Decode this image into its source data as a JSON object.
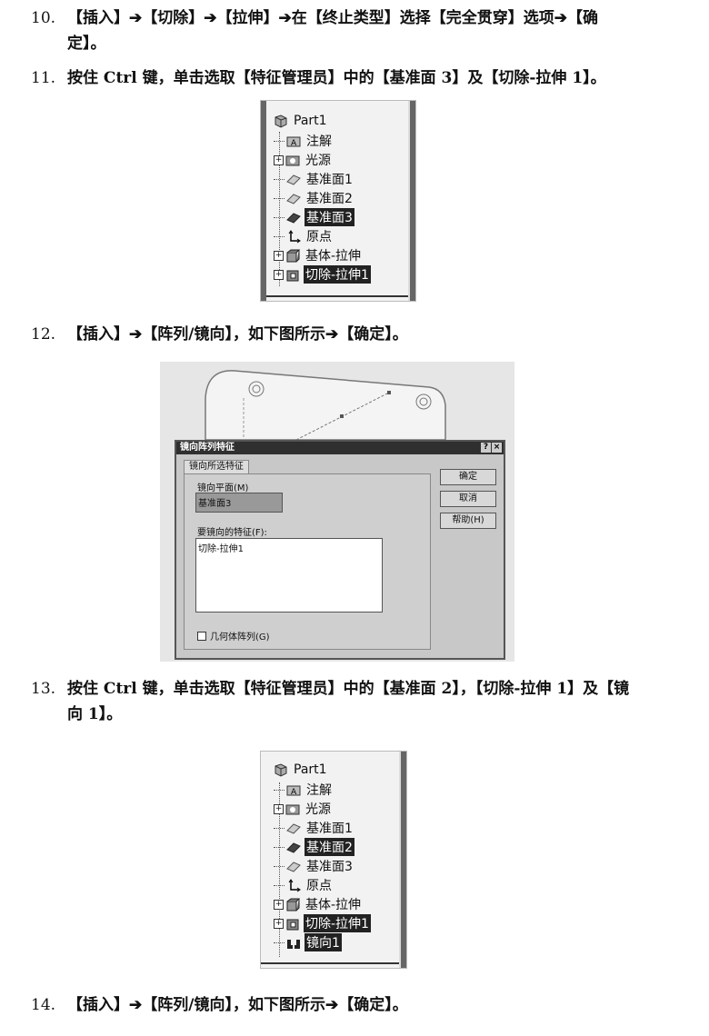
{
  "steps": [
    {
      "num": "10.",
      "line1": "【插入】➔【切除】➔【拉伸】➔在【终止类型】选择【完全贯穿】选项➔【确",
      "line2": "定】。"
    },
    {
      "num": "11.",
      "line1": "按住 Ctrl 键，单击选取【特征管理员】中的【基准面 3】及【切除-拉伸 1】。"
    },
    {
      "num": "12.",
      "line1": "【插入】➔【阵列/镜向】，如下图所示➔【确定】。"
    },
    {
      "num": "13.",
      "line1": "按住 Ctrl 键，单击选取【特征管理员】中的【基准面 2】，【切除-拉伸 1】及【镜",
      "line2": "向 1】。"
    },
    {
      "num": "14.",
      "line1": "【插入】➔【阵列/镜向】，如下图所示➔【确定】。"
    }
  ],
  "tree1": {
    "items": [
      "Part1",
      "注解",
      "光源",
      "基准面1",
      "基准面2",
      "基准面3",
      "原点",
      "基体-拉伸",
      "切除-拉伸1"
    ]
  },
  "tree2": {
    "items": [
      "Part1",
      "注解",
      "光源",
      "基准面1",
      "基准面2",
      "基准面3",
      "原点",
      "基体-拉伸",
      "切除-拉伸1",
      "镜向1"
    ]
  },
  "dialog": {
    "title": "镜向阵列特征",
    "help_btn": "?",
    "close_btn": "×",
    "tab": "镜向所选特征",
    "mirror_plane_label": "镜向平面(M)",
    "mirror_plane_value": "基准面3",
    "features_label": "要镜向的特征(F):",
    "features_value": "切除-拉伸1",
    "geometry_label": "几何体阵列(G)",
    "ok": "确定",
    "cancel": "取消",
    "help": "帮助(H)"
  }
}
